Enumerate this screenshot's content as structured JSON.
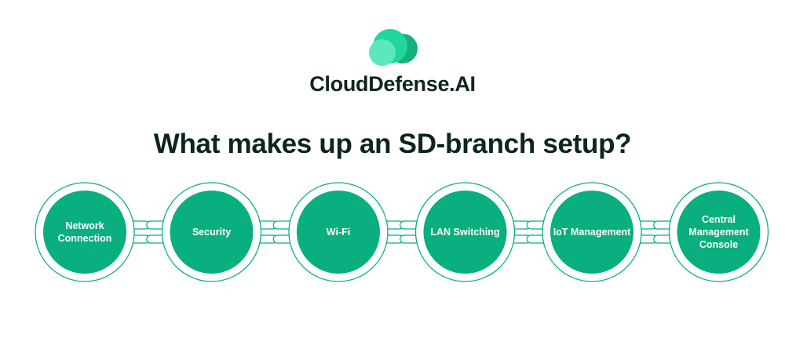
{
  "brand": {
    "name": "CloudDefense.AI",
    "colors": {
      "light": "#5de6bf",
      "mid": "#1fd69b",
      "dark": "#14b07e"
    }
  },
  "title": "What makes up an SD-branch setup?",
  "colors": {
    "node_fill": "#0aaf7f",
    "ring": "#0aaf7f",
    "text": "#0d2420"
  },
  "nodes": [
    {
      "label": "Network Connection"
    },
    {
      "label": "Security"
    },
    {
      "label": "Wi-Fi"
    },
    {
      "label": "LAN Switching"
    },
    {
      "label": "IoT Management"
    },
    {
      "label": "Central Management Console"
    }
  ]
}
